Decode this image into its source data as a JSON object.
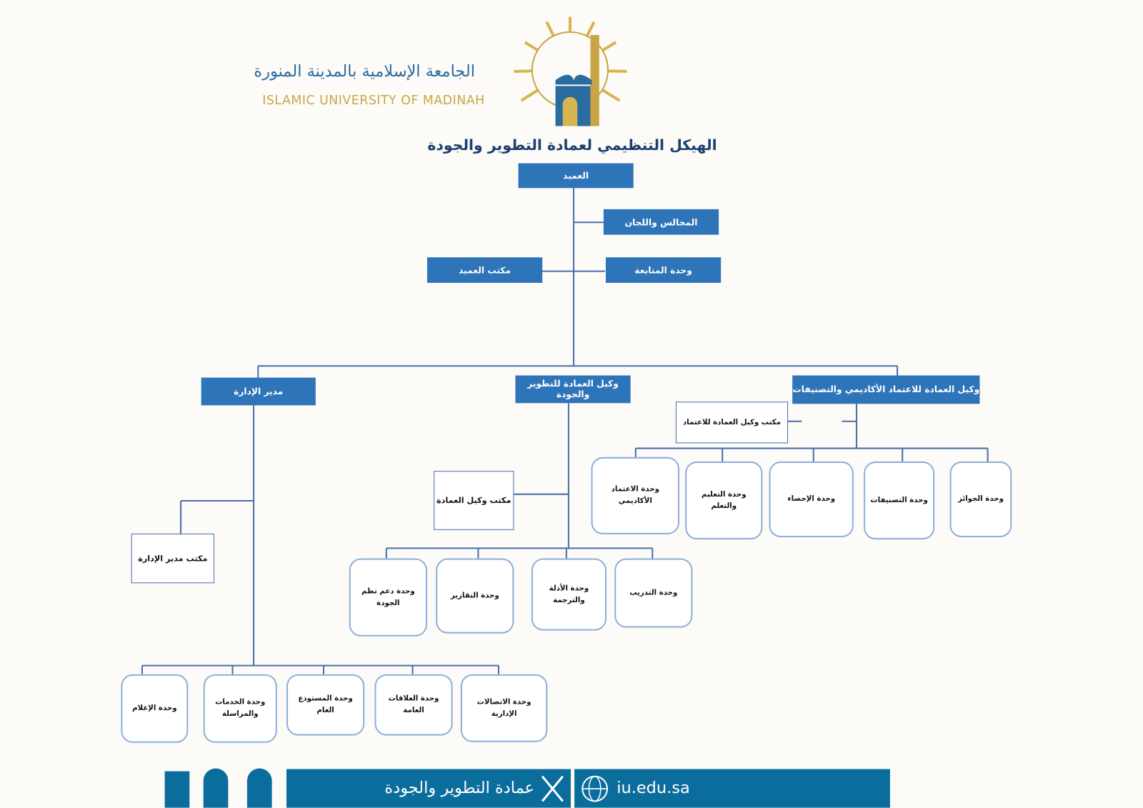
{
  "header": {
    "logo_arabic": "الجامعة الإسلامية بالمدينة المنورة",
    "logo_english": "ISLAMIC UNIVERSITY OF MADINAH",
    "title": "الهيكل التنظيمي لعمادة التطوير والجودة"
  },
  "chart": {
    "dean": "العميد",
    "councils": "المجالس واللجان",
    "followup": "وحدة المتابعة",
    "dean_office": "مكتب العميد",
    "vice_academic": "وكيل العمادة للاعتماد الأكاديمي والتصنيفات",
    "vice_academic_office": "مكتب وكيل العمادة للاعتماد",
    "academic_units": [
      "وحدة الاعتماد الأكاديمي",
      "وحدة التعليم والتعلم",
      "وحدة الإحصاء",
      "وحدة التصنيفات",
      "وحدة الجوائز"
    ],
    "vice_dev": "وكيل العمادة للتطوير والجودة",
    "vice_dev_office": "مكتب وكيل العمادة",
    "dev_units": [
      "وحدة دعم نظم الجودة",
      "وحدة التقارير",
      "وحدة الأدلة والترجمة",
      "وحدة التدريب"
    ],
    "admin_director": "مدير الإدارة",
    "admin_office": "مكتب مدير الإدارة",
    "admin_units": [
      "وحدة الإعلام",
      "وحدة الخدمات والمراسلة",
      "وحدة المستودع العام",
      "وحدة العلاقات العامة",
      "وحدة الاتصالات الإدارية"
    ]
  },
  "footer": {
    "deanship": "عمادة التطوير والجودة",
    "website": "iu.edu.sa",
    "x_icon": "x-logo-icon",
    "globe_icon": "globe-www-icon"
  },
  "colors": {
    "box_blue": "#2e74b8",
    "line": "#4a6ea8",
    "footer": "#0b6d9c",
    "gold": "#c9a545"
  }
}
